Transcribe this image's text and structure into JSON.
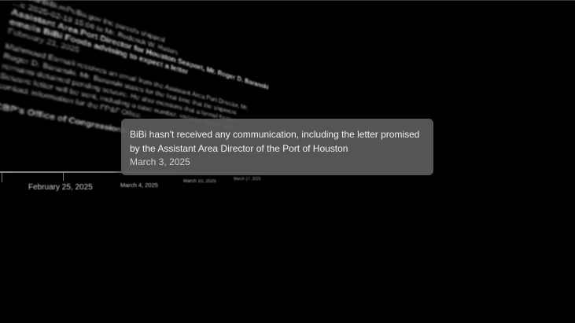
{
  "event_card": {
    "line1": "...hDarBiBi.mPeBa.gov the parcels shipped",
    "line2": "...e 2025-02-19 15:06 to Mr. Roderick W. Hutton,",
    "header": "Assistant Area Port Director for Houston Seaport, Mr. Roger D. Baranski",
    "header2": "emails BiBi Foods advising to expect a letter",
    "date": "February 21, 2025",
    "body": [
      "Mahmoud Esmaili receives an email from the Assistant Area Port Director, Mr.",
      "Roger D. Baranski. Mr. Baranski states for the first time that the shipment",
      "remains detained pending seizure. He also mentions that a formal Notice of",
      "Seizure letter will be sent, including a case number, violation details, and",
      "contact information for the FP&F Office."
    ],
    "footer": "CBP's Office of Congressional"
  },
  "timeline": {
    "labels": [
      "February 25, 2025",
      "March 4, 2025",
      "March 10, 2025",
      "March 17, 2025"
    ]
  },
  "tooltip": {
    "message": "BiBi hasn't received any communication, including the letter promised by the Assistant Area Director of the Port of Houston",
    "date": "March 3, 2025"
  }
}
